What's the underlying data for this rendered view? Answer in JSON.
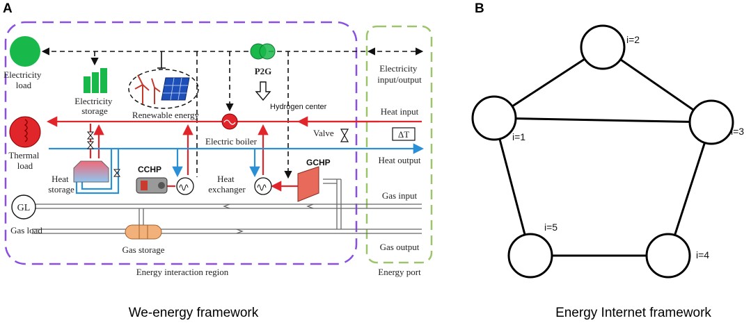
{
  "panel_a": {
    "letter": "A",
    "caption": "We-energy framework",
    "region_label": "Energy interaction region",
    "port_label": "Energy port",
    "components": {
      "electricity_load": [
        "Electricity",
        "load"
      ],
      "electricity_storage": [
        "Electricity",
        "storage"
      ],
      "renewable_energy": "Renewable energy",
      "p2g": "P2G",
      "hydrogen_center": "Hydrogen center",
      "electric_boiler": "Electric boiler",
      "valve": "Valve",
      "delta_t": "ΔT",
      "thermal_load": [
        "Thermal",
        "load"
      ],
      "heat_storage": [
        "Heat",
        "storage"
      ],
      "cchp": "CCHP",
      "heat_exchanger": [
        "Heat",
        "exchanger"
      ],
      "gchp": "GCHP",
      "gl_symbol": "GL",
      "gas_load": "Gas load",
      "gas_storage": "Gas storage"
    },
    "ports": {
      "electricity_io": [
        "Electricity",
        "input/output"
      ],
      "heat_input": "Heat input",
      "heat_output": "Heat output",
      "gas_input": "Gas input",
      "gas_output": "Gas output"
    },
    "colors": {
      "region_border": "#8a4ee0",
      "port_border": "#9cc46a",
      "heat_line": "#e0262b",
      "cold_line": "#2b8fd6",
      "electric_green": "#19b84a",
      "gas_storage": "#f2b07a"
    }
  },
  "panel_b": {
    "letter": "B",
    "caption": "Energy Internet framework",
    "nodes": [
      "i=1",
      "i=2",
      "i=3",
      "i=4",
      "i=5"
    ]
  }
}
